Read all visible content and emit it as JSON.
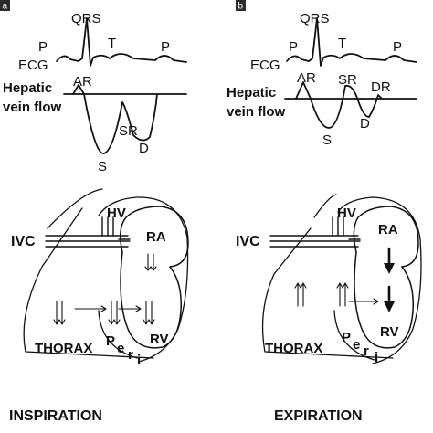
{
  "panel_a": {
    "tag": "a",
    "ecg": {
      "label": "ECG",
      "qrs": "QRS",
      "p1": "P",
      "t": "T",
      "p2": "P"
    },
    "flow": {
      "label_line1": "Hepatic",
      "label_line2": "vein flow",
      "ar": "AR",
      "s": "S",
      "sr": "SR",
      "d": "D"
    },
    "anatomy": {
      "ivc": "IVC",
      "hv": "HV",
      "ra": "RA",
      "rv": "RV",
      "thorax": "THORAX",
      "peri": [
        "P",
        "e",
        "r",
        "i"
      ]
    },
    "phase": "INSPIRATION"
  },
  "panel_b": {
    "tag": "b",
    "ecg": {
      "label": "ECG",
      "qrs": "QRS",
      "p1": "P",
      "t": "T",
      "p2": "P"
    },
    "flow": {
      "label_line1": "Hepatic",
      "label_line2": "vein flow",
      "ar": "AR",
      "s": "S",
      "sr": "SR",
      "d": "D",
      "dr": "DR"
    },
    "anatomy": {
      "ivc": "IVC",
      "hv": "HV",
      "ra": "RA",
      "rv": "RV",
      "thorax": "THORAX",
      "peri": [
        "P",
        "e",
        "r",
        "i"
      ]
    },
    "phase": "EXPIRATION"
  },
  "colors": {
    "ink": "#111111",
    "tag_background": "#2b2b2b",
    "tag_text": "#ffffff"
  }
}
